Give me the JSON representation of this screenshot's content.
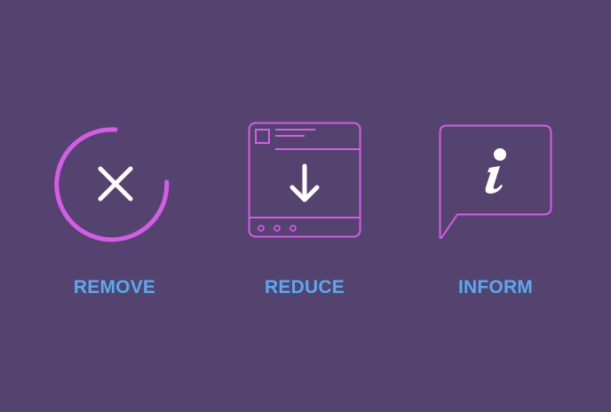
{
  "colors": {
    "background": "#54436f",
    "icon_stroke": "#d65ce6",
    "icon_glyph": "#ffffff",
    "label": "#5aa9ee"
  },
  "items": [
    {
      "label": "REMOVE",
      "icon": "close-circle-icon"
    },
    {
      "label": "REDUCE",
      "icon": "browser-download-icon"
    },
    {
      "label": "INFORM",
      "icon": "info-speech-bubble-icon"
    }
  ]
}
